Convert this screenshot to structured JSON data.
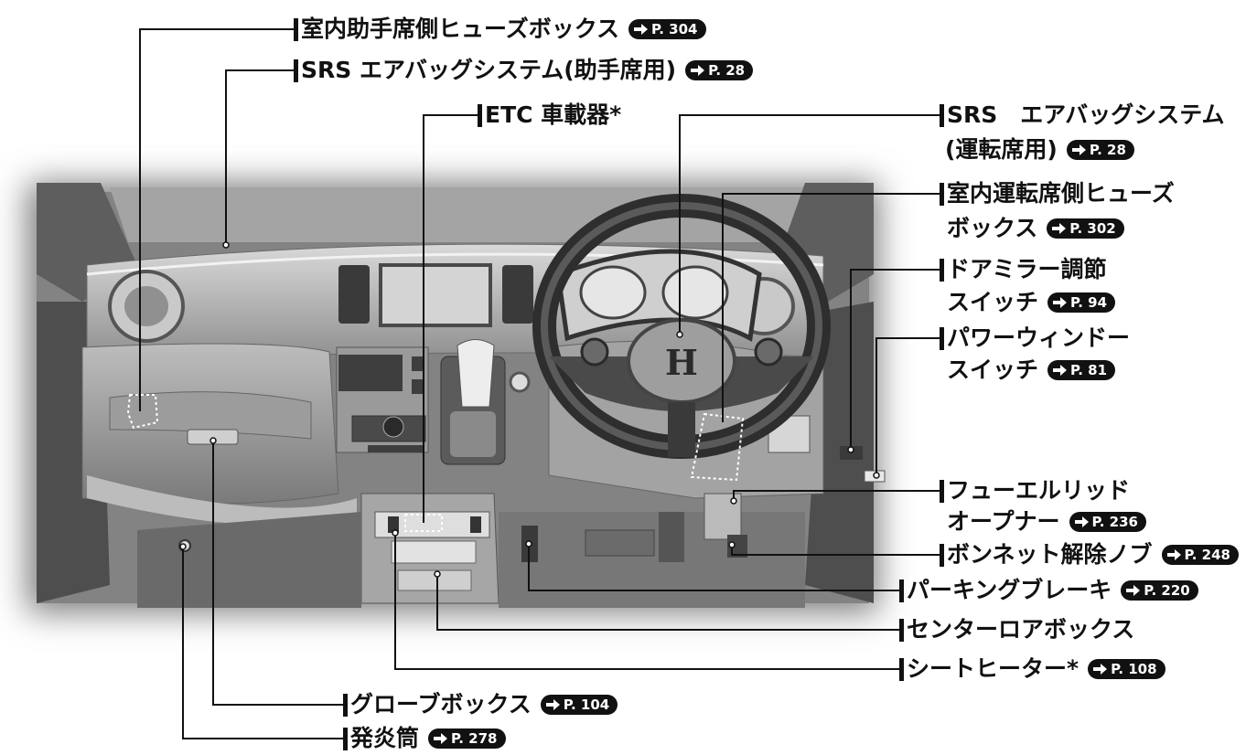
{
  "callouts": [
    {
      "id": "passenger-fuse",
      "label": "室内助手席側ヒューズボックス",
      "ref": "P. 304"
    },
    {
      "id": "passenger-airbag",
      "label": "SRS エアバッグシステム(助手席用)",
      "ref": "P. 28"
    },
    {
      "id": "etc",
      "label": "ETC 車載器*",
      "ref": ""
    },
    {
      "id": "driver-airbag",
      "label": "SRS　エアバッグシステム",
      "label2": "(運転席用)",
      "ref": "P. 28"
    },
    {
      "id": "driver-fuse",
      "label": "室内運転席側ヒューズ",
      "label2": "ボックス",
      "ref": "P. 302"
    },
    {
      "id": "mirror",
      "label": "ドアミラー調節",
      "label2": "スイッチ",
      "ref": "P. 94"
    },
    {
      "id": "power-window",
      "label": "パワーウィンドー",
      "label2": "スイッチ",
      "ref": "P. 81"
    },
    {
      "id": "fuel-lid",
      "label": "フューエルリッド",
      "label2": "オープナー",
      "ref": "P. 236"
    },
    {
      "id": "hood",
      "label": "ボンネット解除ノブ",
      "ref": "P. 248"
    },
    {
      "id": "parking-brake",
      "label": "パーキングブレーキ",
      "ref": "P. 220"
    },
    {
      "id": "lower-box",
      "label": "センターロアボックス",
      "ref": ""
    },
    {
      "id": "seat-heater",
      "label": "シートヒーター*",
      "ref": "P. 108"
    },
    {
      "id": "glovebox",
      "label": "グローブボックス",
      "ref": "P. 104"
    },
    {
      "id": "flare",
      "label": "発炎筒",
      "ref": "P. 278"
    }
  ],
  "emblem": "H"
}
